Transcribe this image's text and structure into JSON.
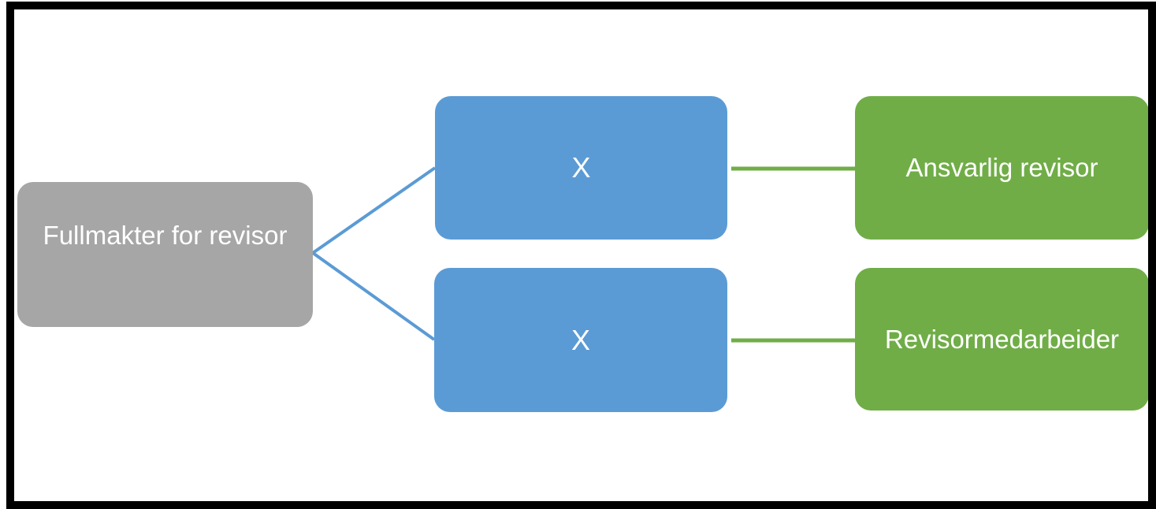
{
  "diagram": {
    "root_node": {
      "label": "Fullmakter for revisor",
      "color": "#A6A6A6"
    },
    "middle_nodes": [
      {
        "label": "X",
        "color": "#5B9BD5"
      },
      {
        "label": "X",
        "color": "#5B9BD5"
      }
    ],
    "leaf_nodes": [
      {
        "label": "Ansvarlig revisor",
        "color": "#70AD47"
      },
      {
        "label": "Revisormedarbeider",
        "color": "#70AD47"
      }
    ],
    "connectors": {
      "root_to_middle_color": "#5B9BD5",
      "middle_to_leaf_color": "#70AD47"
    },
    "frame_color": "#000000",
    "text_color": "#FFFFFF",
    "background_color": "#FFFFFF"
  }
}
